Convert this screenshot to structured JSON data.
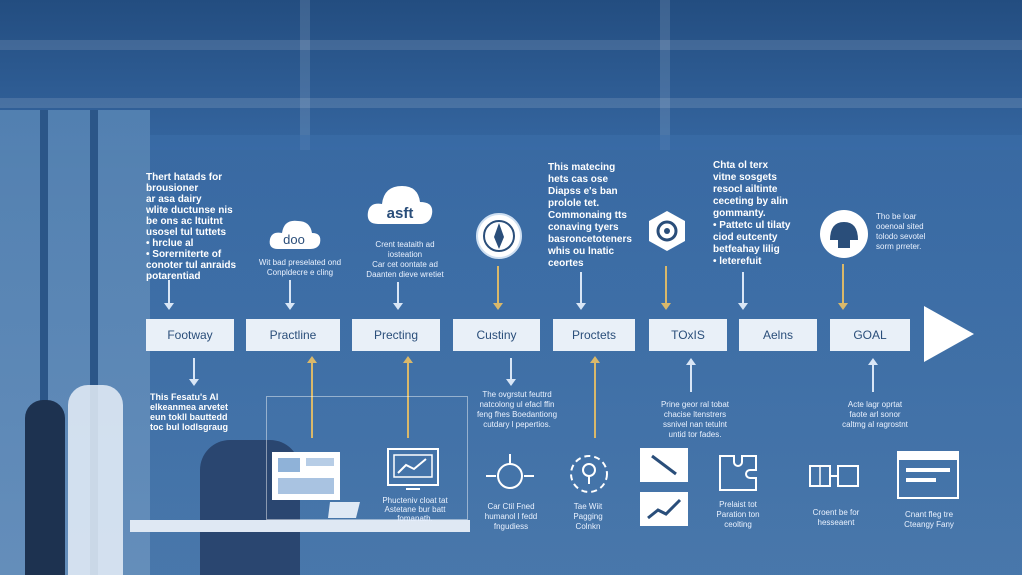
{
  "top_texts": [
    "Thert hatads for\nbrousioner\nar asa dairy\nwlite ductunse nis\nbe ons ac ltuitnt\nusosel tul tuttets\n• hrclue al\n• Sorerniterte of\nconoter tul anraids\npotarentiad",
    "Wit bad preselated ond\nConpldecre e cling",
    "Crent teataith ad\niosteation\nCar cet oontate ad\nDaanten dieve wretiet",
    "This matecing\nhets cas ose\nDiapss e's ban\nprolole tet.\nCommonaing tts\nconaving tyers\nbasroncetoteners\nwhis ou lnatic\nceortes",
    "Chta ol terx\nvitne sosgets\nresocl ailtinte\nceceting by alin\ngommanty.\n• Pattetc ul tilaty\nciod eutcenty\nbetfeahay lilig\n• leterefuit",
    "Tho be loar\nooenoal sited\ntolodo sevotel\nsorm prreter."
  ],
  "cloud_label": "asft",
  "steps": [
    "Footway",
    "Practline",
    "Precting",
    "Custiny",
    "Proctets",
    "TOxIS",
    "Aelns",
    "GOAL"
  ],
  "bottom_texts": [
    "This Fesatu's Al\nelkeanmea arvetet\neun tokll bauttedd\ntoc bul lodlsgraug",
    "The ovgrstut feuttrd\nnatcolong ul efacl ffin\nfeng fhes Boedantiong\ncutdary l pepertios.",
    "Prine geor ral tobat\nchacise ltenstrers\nssnivel nan tetulnt\nuntid tor fades.",
    "Acte lagr oprtat\nfaote arl sonor\ncaltmg al ragrostnt",
    "Phucteniv cloat tat\nAstetane bur batt\nfomanath.",
    "Car Ctil Fned\nhumanol l fedd\nfngudiess",
    "Tae Wiit\nPagging\nColnkn",
    "Prelaist tot\nParation ton\nceolting",
    "Croent be for\nhesseaent",
    "Cnant fleg tre\nCteangy Fany"
  ],
  "colors": {
    "accent_gold": "#d9b86a",
    "box_bg": "#e9f0f8",
    "box_text": "#2a4e7a",
    "background": "#3a6aa0"
  },
  "icons": [
    "cloud-icon",
    "cloud-icon",
    "compass-icon",
    "gear-badge-icon",
    "helmet-badge-icon",
    "monitor-chart-icon",
    "dashboard-screen-icon",
    "arrows-cycle-icon",
    "bulb-circle-icon",
    "wrench-icon",
    "trend-up-icon",
    "puzzle-icon",
    "grid-link-icon",
    "browser-window-icon",
    "play-arrow-icon"
  ]
}
